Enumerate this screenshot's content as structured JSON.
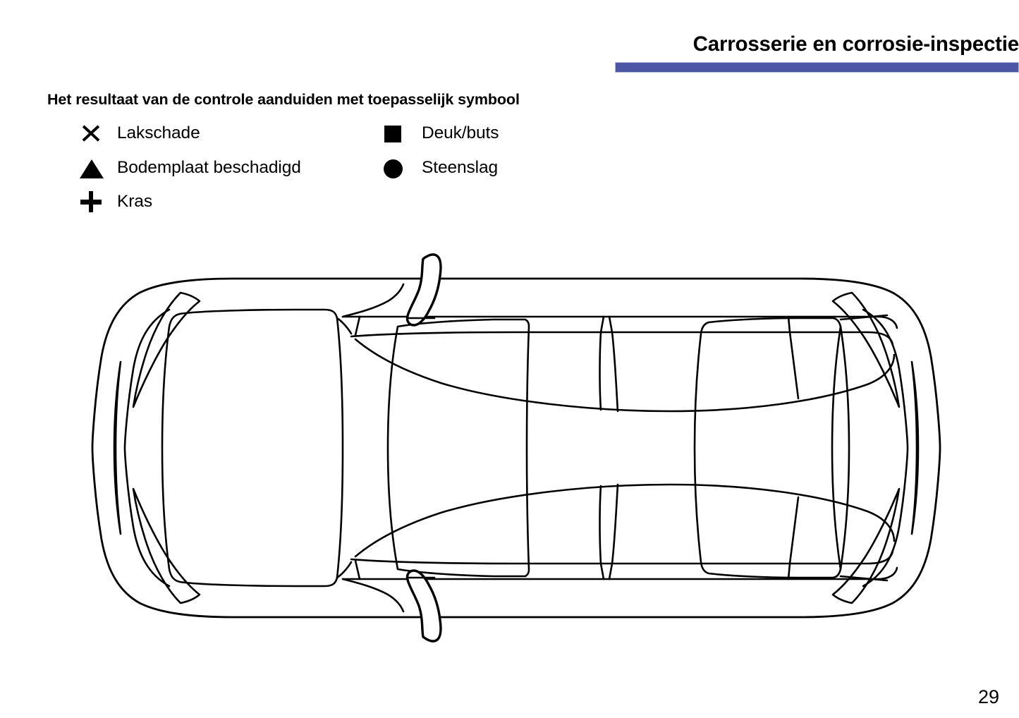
{
  "document": {
    "page_title": "Carrosserie en corrosie-inspectie",
    "accent_color": "#4c56a4",
    "page_number": "29",
    "background_color": "#ffffff",
    "text_color": "#000000"
  },
  "instruction": {
    "text": "Het resultaat van de controle aanduiden met toepasselijk symbool"
  },
  "legend": {
    "left_column": [
      {
        "symbol": "cross-x-icon",
        "glyph": "✕",
        "label": "Lakschade"
      },
      {
        "symbol": "triangle-icon",
        "glyph": "▲",
        "label": "Bodemplaat beschadigd"
      },
      {
        "symbol": "plus-icon",
        "glyph": "＋",
        "label": "Kras"
      }
    ],
    "right_column": [
      {
        "symbol": "square-icon",
        "glyph": "■",
        "label": "Deuk/buts"
      },
      {
        "symbol": "circle-icon",
        "glyph": "●",
        "label": "Steenslag"
      }
    ]
  },
  "diagram": {
    "name": "car-top-view-inspection-diagram",
    "description": "Top view outline drawing of a passenger car for marking damage locations",
    "orientation": "front-at-left",
    "stroke_color": "#000000",
    "fill_color": "#ffffff",
    "regions": [
      "front-bumper",
      "left-headlight",
      "right-headlight",
      "hood",
      "windshield",
      "roof",
      "rear-window",
      "trunk-lid",
      "rear-bumper",
      "left-taillight",
      "right-taillight",
      "left-front-door",
      "left-rear-door",
      "right-front-door",
      "right-rear-door",
      "left-mirror",
      "right-mirror"
    ]
  }
}
